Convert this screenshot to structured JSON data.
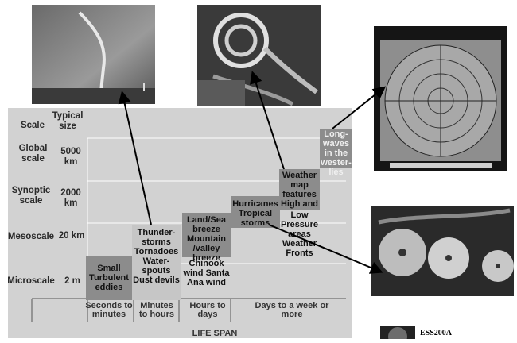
{
  "table": {
    "header_scale": "Scale",
    "header_size": "Typical size",
    "rows": [
      {
        "scale": "Global scale",
        "size": "5000 km"
      },
      {
        "scale": "Synoptic scale",
        "size": "2000 km"
      },
      {
        "scale": "Mesoscale",
        "size": "20 km"
      },
      {
        "scale": "Microscale",
        "size": "2 m"
      }
    ],
    "spans": [
      "Seconds to minutes",
      "Minutes to hours",
      "Hours to days",
      "Days to a week or more"
    ],
    "axis_label": "LIFE SPAN"
  },
  "phenomena": {
    "micro": "Small Turbulent eddies",
    "thunder": "Thunder-storms Tornadoes Water-spouts Dust devils",
    "landsea": "Land/Sea breeze Mountain /valley breeze",
    "chinook": "Chinook wind Santa Ana wind",
    "hurricanes": "Hurricanes Tropical storms",
    "highlow": "Low Pressure areas Weather Fronts",
    "weathermap": "Weather map features High and",
    "longwaves": "Long-waves in the wester-lies"
  },
  "colors": {
    "chart_bg": "#d2d2d2",
    "box_dark": "#8c8c8c",
    "box_light": "#c6c6c6",
    "arrow": "#000000"
  },
  "footer": {
    "label": "ESS200A"
  }
}
